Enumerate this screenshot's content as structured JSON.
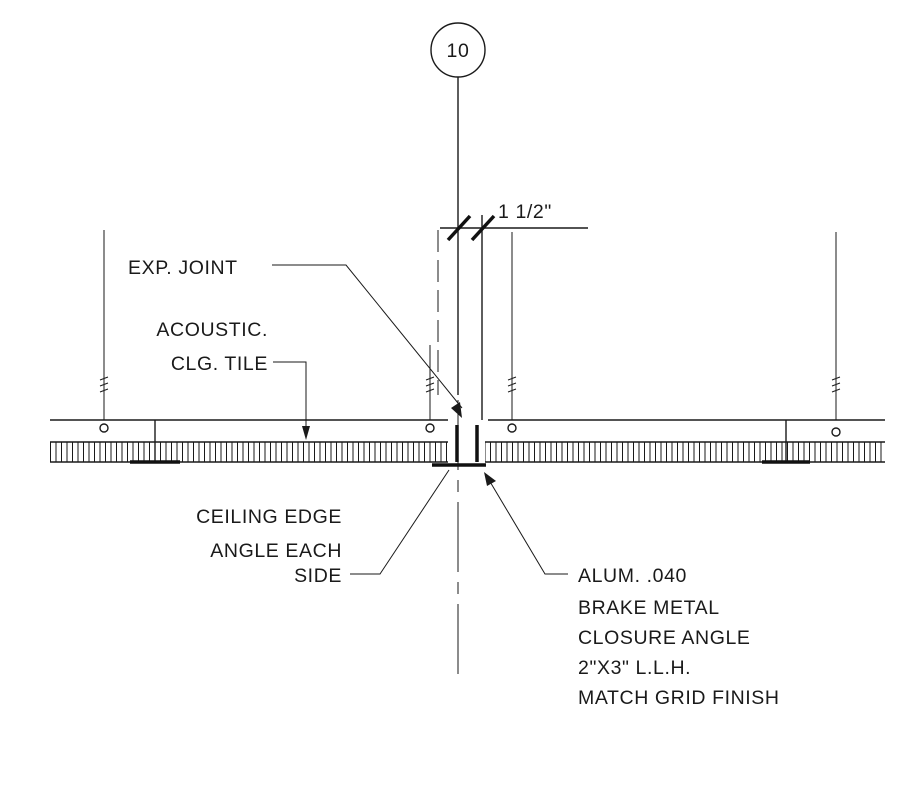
{
  "detail": {
    "grid_bubble": "10",
    "dimension": "1  1/2\"",
    "labels": {
      "exp_joint": "EXP. JOINT",
      "acoustic_tile": [
        "ACOUSTIC.",
        "CLG. TILE"
      ],
      "ceiling_edge": [
        "CEILING EDGE",
        "ANGLE EACH",
        "SIDE"
      ],
      "closure": [
        "ALUM. .040",
        "BRAKE METAL",
        "CLOSURE ANGLE",
        "2\"X3\" L.L.H.",
        "MATCH GRID FINISH"
      ]
    }
  },
  "colors": {
    "ink": "#1a1a1a",
    "paper": "#ffffff"
  }
}
